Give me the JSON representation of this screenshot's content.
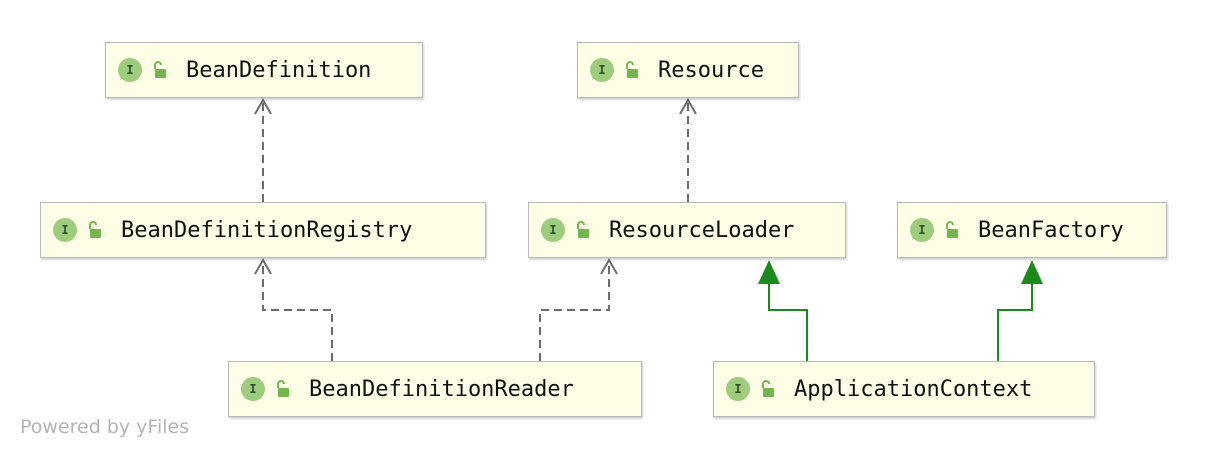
{
  "diagram": {
    "node_badge": "I",
    "nodes": [
      {
        "id": "bean_definition",
        "label": "BeanDefinition",
        "icons": [
          "interface-icon",
          "public-lock-icon"
        ]
      },
      {
        "id": "resource",
        "label": "Resource",
        "icons": [
          "interface-icon",
          "public-lock-icon"
        ]
      },
      {
        "id": "bean_definition_registry",
        "label": "BeanDefinitionRegistry",
        "icons": [
          "interface-icon",
          "public-lock-icon"
        ]
      },
      {
        "id": "resource_loader",
        "label": "ResourceLoader",
        "icons": [
          "interface-icon",
          "public-lock-icon"
        ]
      },
      {
        "id": "bean_factory",
        "label": "BeanFactory",
        "icons": [
          "interface-icon",
          "public-lock-icon"
        ]
      },
      {
        "id": "bean_definition_reader",
        "label": "BeanDefinitionReader",
        "icons": [
          "interface-icon",
          "public-lock-icon"
        ]
      },
      {
        "id": "application_context",
        "label": "ApplicationContext",
        "icons": [
          "interface-icon",
          "public-lock-icon"
        ]
      }
    ],
    "edges": [
      {
        "from": "bean_definition_registry",
        "to": "bean_definition",
        "kind": "dependency",
        "style": "dashed-open-arrow"
      },
      {
        "from": "resource_loader",
        "to": "resource",
        "kind": "dependency",
        "style": "dashed-open-arrow"
      },
      {
        "from": "bean_definition_reader",
        "to": "bean_definition_registry",
        "kind": "dependency",
        "style": "dashed-open-arrow"
      },
      {
        "from": "bean_definition_reader",
        "to": "resource_loader",
        "kind": "dependency",
        "style": "dashed-open-arrow"
      },
      {
        "from": "application_context",
        "to": "resource_loader",
        "kind": "extends",
        "style": "solid-filled-arrow"
      },
      {
        "from": "application_context",
        "to": "bean_factory",
        "kind": "extends",
        "style": "solid-filled-arrow"
      }
    ],
    "colors": {
      "node_fill": "#fefee6",
      "node_border": "#b9b9b9",
      "badge": "#9ccc7c",
      "lock": "#72b64e",
      "dependency_edge": "#6b6b6b",
      "extends_edge": "#1a8a1a"
    }
  },
  "watermark": "Powered by yFiles"
}
